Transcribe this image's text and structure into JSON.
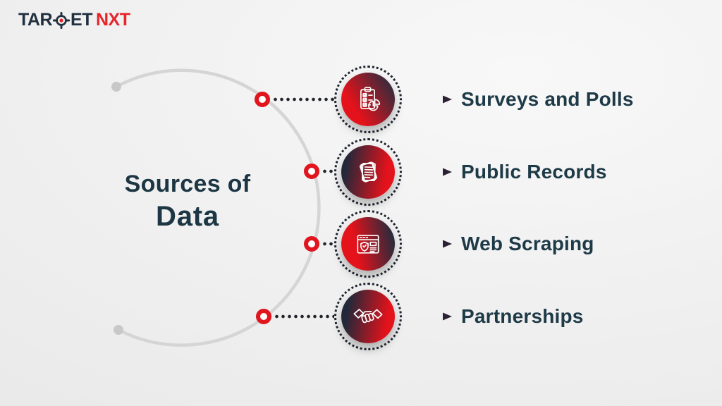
{
  "brand": {
    "name_part1": "TAR",
    "name_part2": "ET",
    "name_accent": "NXT"
  },
  "title": {
    "line1": "Sources of",
    "line2": "Data"
  },
  "items": [
    {
      "label": "Surveys and Polls",
      "icon": "clipboard-survey-icon"
    },
    {
      "label": "Public Records",
      "icon": "stacked-documents-icon"
    },
    {
      "label": "Web Scraping",
      "icon": "browser-shield-icon"
    },
    {
      "label": "Partnerships",
      "icon": "handshake-icon"
    }
  ],
  "colors": {
    "accent_red": "#e0151d",
    "logo_red": "#e8242b",
    "dark_navy": "#1e3a47",
    "circle_dark": "#262b3c",
    "arc_gray": "#d5d5d5",
    "dot_black": "#23242a"
  }
}
